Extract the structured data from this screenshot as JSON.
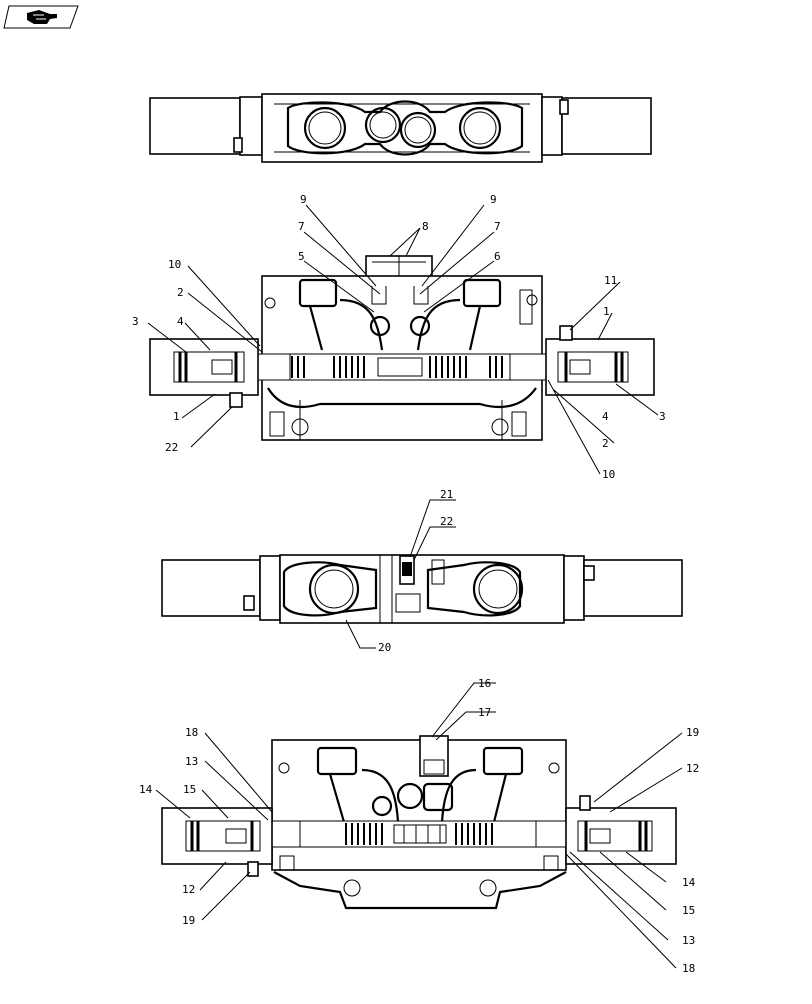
{
  "callouts": {
    "top": {
      "c9a": "9",
      "c9b": "9",
      "c8": "8",
      "c7a": "7",
      "c7b": "7",
      "c5": "5",
      "c6": "6",
      "c10a": "10",
      "c2a": "2",
      "c3a": "3",
      "c4a": "4",
      "c1a": "1",
      "c22a": "22",
      "c11": "11",
      "c1b": "1",
      "c4b": "4",
      "c3b": "3",
      "c2b": "2",
      "c10b": "10"
    },
    "middle": {
      "c21": "21",
      "c22": "22",
      "c20": "20"
    },
    "bottom": {
      "c16": "16",
      "c17": "17",
      "c18a": "18",
      "c13a": "13",
      "c14a": "14",
      "c15a": "15",
      "c12a": "12",
      "c19a": "19",
      "c19b": "19",
      "c12b": "12",
      "c14b": "14",
      "c15b": "15",
      "c13b": "13",
      "c18b": "18"
    }
  },
  "icons": {
    "corner_badge": "hand-pointer-icon"
  }
}
